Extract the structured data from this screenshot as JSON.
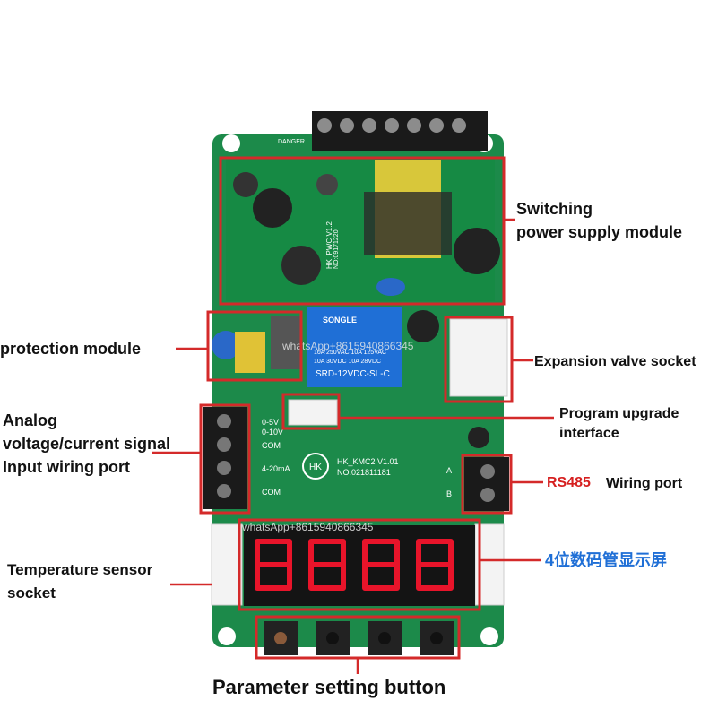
{
  "board": {
    "pcb_label": "HK_KMC2 V1.01",
    "pcb_number": "NO:021811181",
    "logo_text": "HK",
    "relay_brand": "SONGLE",
    "relay_line1": "10A 250VAC  10A 125VAC",
    "relay_line2": "10A 30VDC  10A 28VDC",
    "relay_model": "SRD-12VDC-SL-C",
    "psu_pcb_label": "HK_PWC V1.2",
    "psu_pcb_number": "NO:09171220",
    "terminal_labels": [
      "0-5V",
      "0-10V",
      "COM",
      "4-20mA",
      "COM"
    ],
    "rs485_pins": [
      "A",
      "B"
    ],
    "danger_text": "DANGER",
    "watermark": "whatsApp+8615940866345"
  },
  "callouts": {
    "switching_power": [
      "Switching",
      "power supply module"
    ],
    "protection": "protection module",
    "expansion_valve": "Expansion valve socket",
    "program_upgrade": [
      "Program upgrade",
      "interface"
    ],
    "analog_input": [
      "Analog",
      "voltage/current signal",
      "Input wiring port"
    ],
    "rs485_prefix": "RS485",
    "rs485_suffix": "Wiring port",
    "temp_sensor": [
      "Temperature sensor",
      "socket"
    ],
    "display": "4位数码管显示屏",
    "parameter_button": "Parameter setting button"
  },
  "colors": {
    "pcb": "#1c8a4a",
    "highlight": "#d42a2a",
    "display_segment": "#e8142a",
    "display_chinese": "#1f6fd6"
  }
}
